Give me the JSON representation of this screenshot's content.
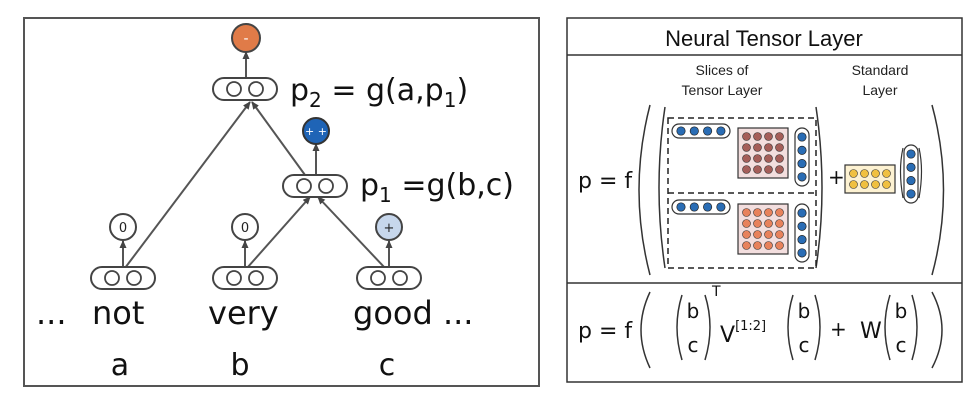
{
  "tree": {
    "words": [
      {
        "id": "ellipsis",
        "text": "..."
      },
      {
        "id": "not",
        "text": "not",
        "var": "a",
        "sentiment": "0"
      },
      {
        "id": "very",
        "text": "very",
        "var": "b",
        "sentiment": "0"
      },
      {
        "id": "good",
        "text": "good ...",
        "var": "c",
        "sentiment": "+"
      }
    ],
    "p1": {
      "base": "p",
      "sub": "1",
      "rest": " =g(b,c)",
      "sentiment": "+ +"
    },
    "p2": {
      "base": "p",
      "sub": "2",
      "rest": " = g(a,p",
      "sub2": "1",
      "close": ")",
      "sentiment": "-"
    }
  },
  "ntl": {
    "title": "Neural Tensor Layer",
    "slices_label_1": "Slices of",
    "slices_label_2": "Tensor Layer",
    "standard_label_1": "Standard",
    "standard_label_2": "Layer",
    "row1_lhs": "p = f",
    "plus": "+",
    "row2_lhs": "p = f",
    "vec_top": "b",
    "vec_bot": "c",
    "transpose": "T",
    "V": "V",
    "V_sup": "[1:2]",
    "W": "W"
  },
  "colors": {
    "negative": "#e07b48",
    "very_positive": "#1f64b6",
    "positive": "#c7d7ec",
    "neutral": "#ffffff",
    "tensor_slice1": "#a55e59",
    "tensor_slice2": "#e7825c",
    "weight_yellow": "#f0c040",
    "vector_blue": "#2a6db5",
    "slice_bg": "#f3dede"
  }
}
